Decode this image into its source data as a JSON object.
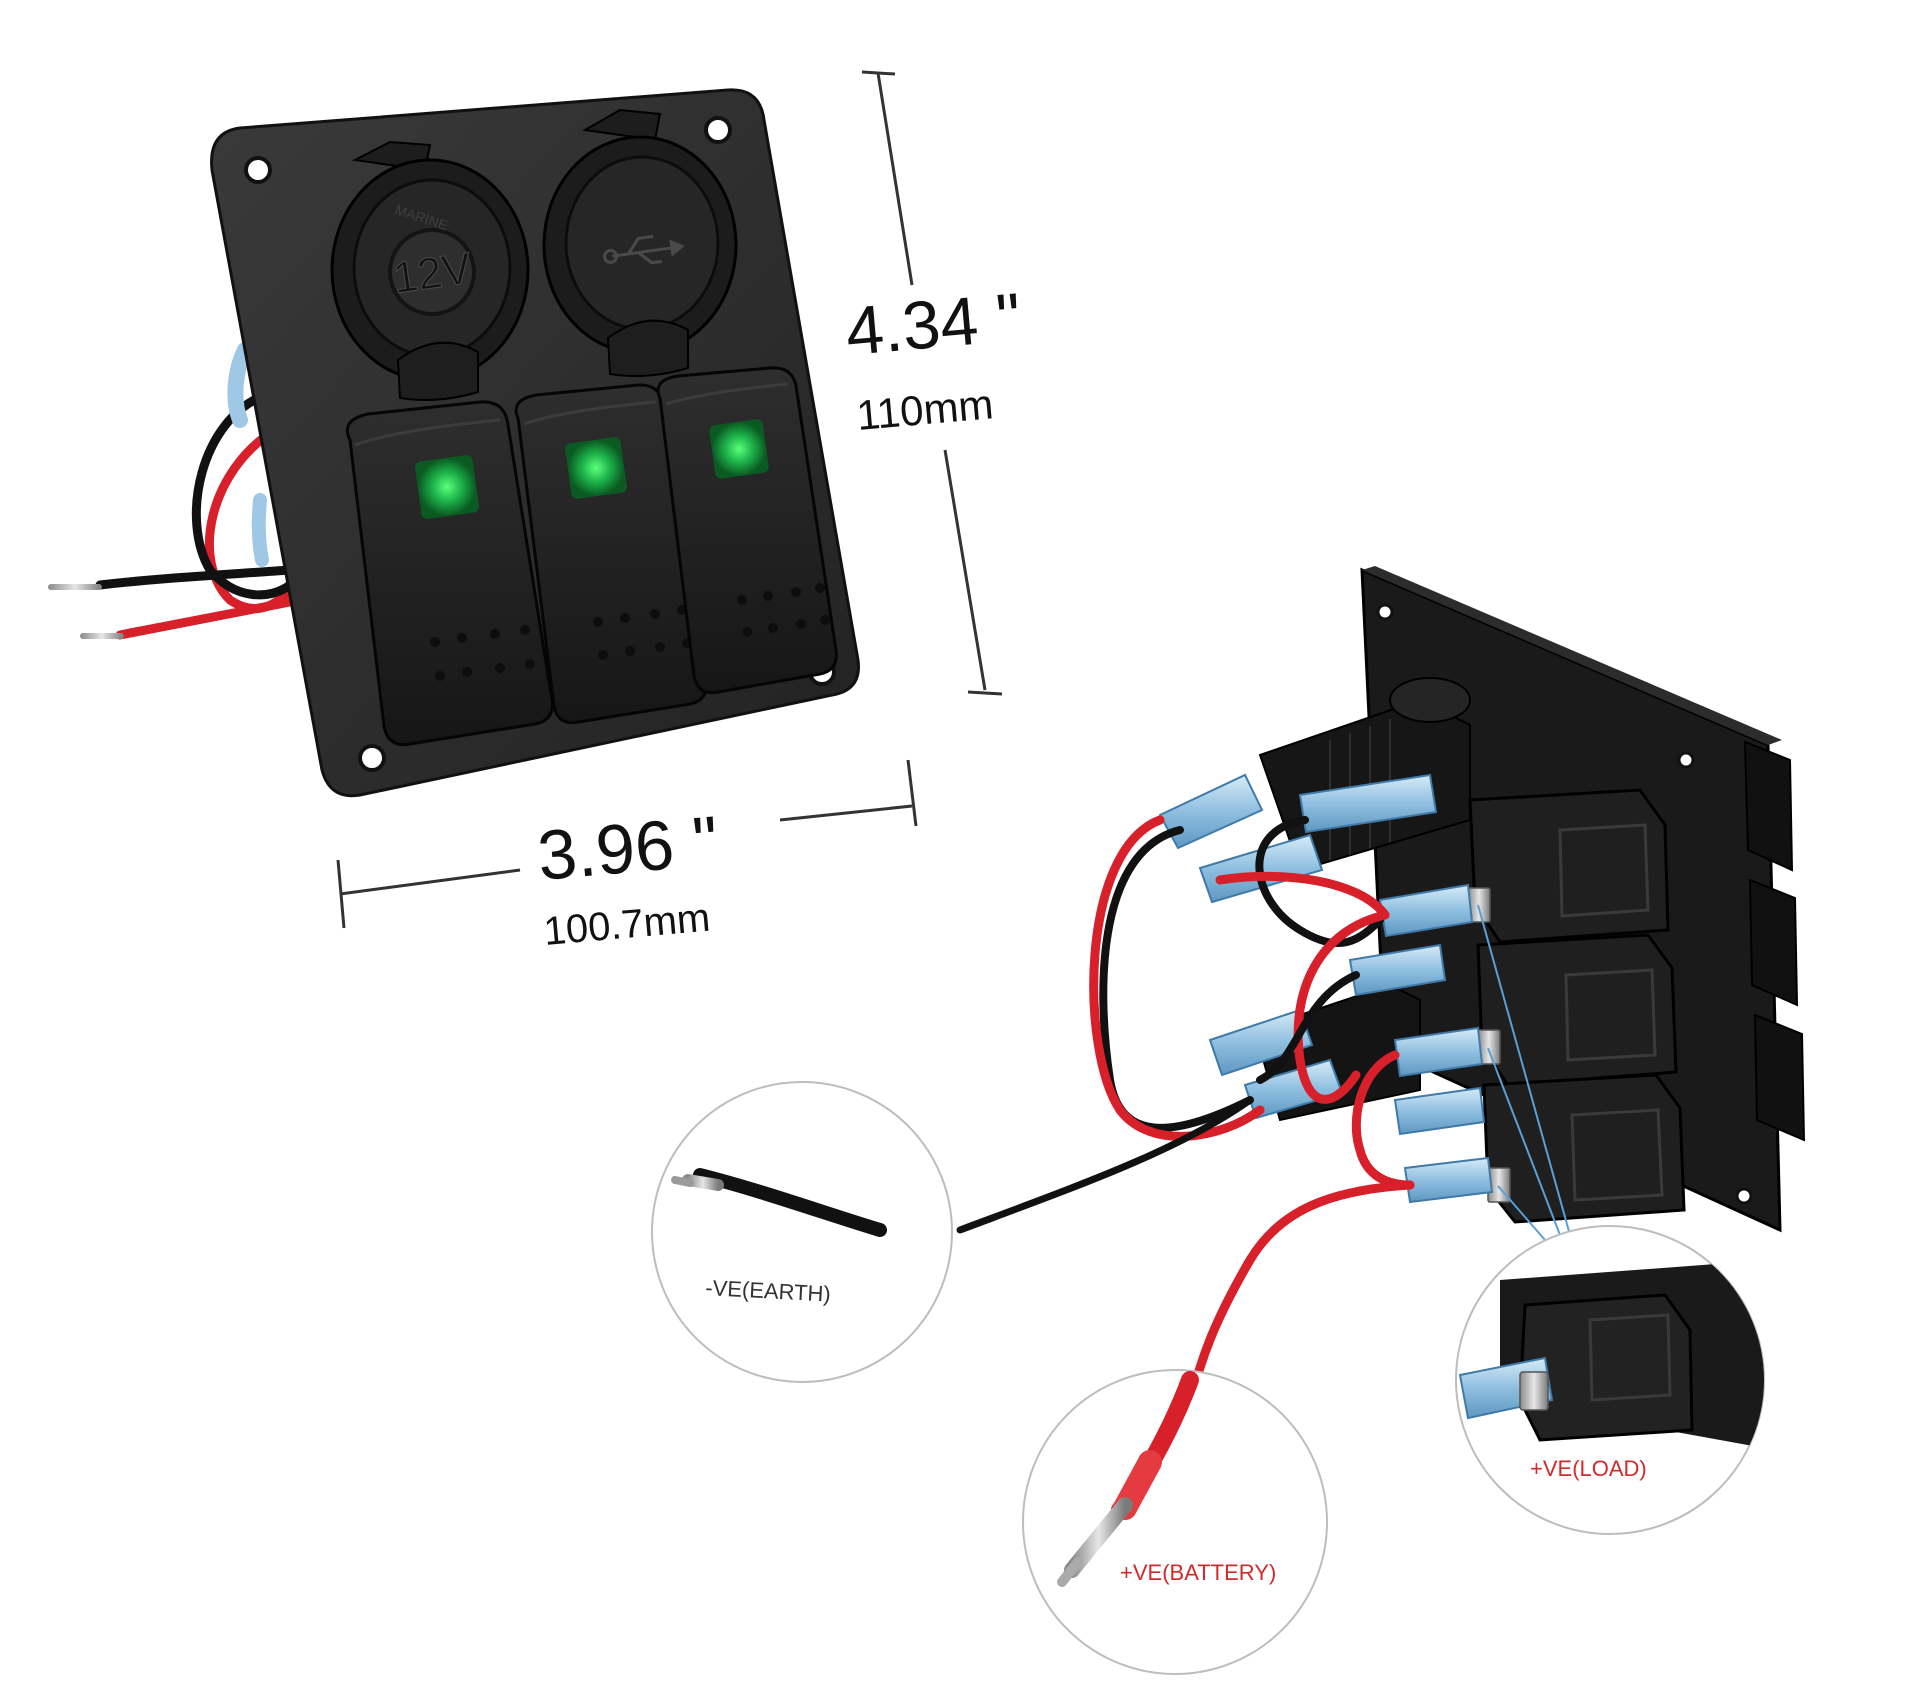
{
  "dimensions": {
    "height_inches": "4.34 \"",
    "height_mm": "110mm",
    "width_inches": "3.96 \"",
    "width_mm": "100.7mm"
  },
  "panel": {
    "socket_12v_label": "12V",
    "socket_marine_label": "MARINE"
  },
  "callouts": {
    "earth_label": "-VE(EARTH)",
    "battery_label": "+VE(BATTERY)",
    "load_label": "+VE(LOAD)"
  },
  "colors": {
    "panel": "#2b2b2b",
    "rocker": "#1e1e1e",
    "led": "#1db34a",
    "wire_red": "#d8202a",
    "wire_black": "#111111",
    "terminal_sleeve": "#9ec8e6",
    "label_red": "#d22a2a",
    "label_dark": "#333333"
  }
}
